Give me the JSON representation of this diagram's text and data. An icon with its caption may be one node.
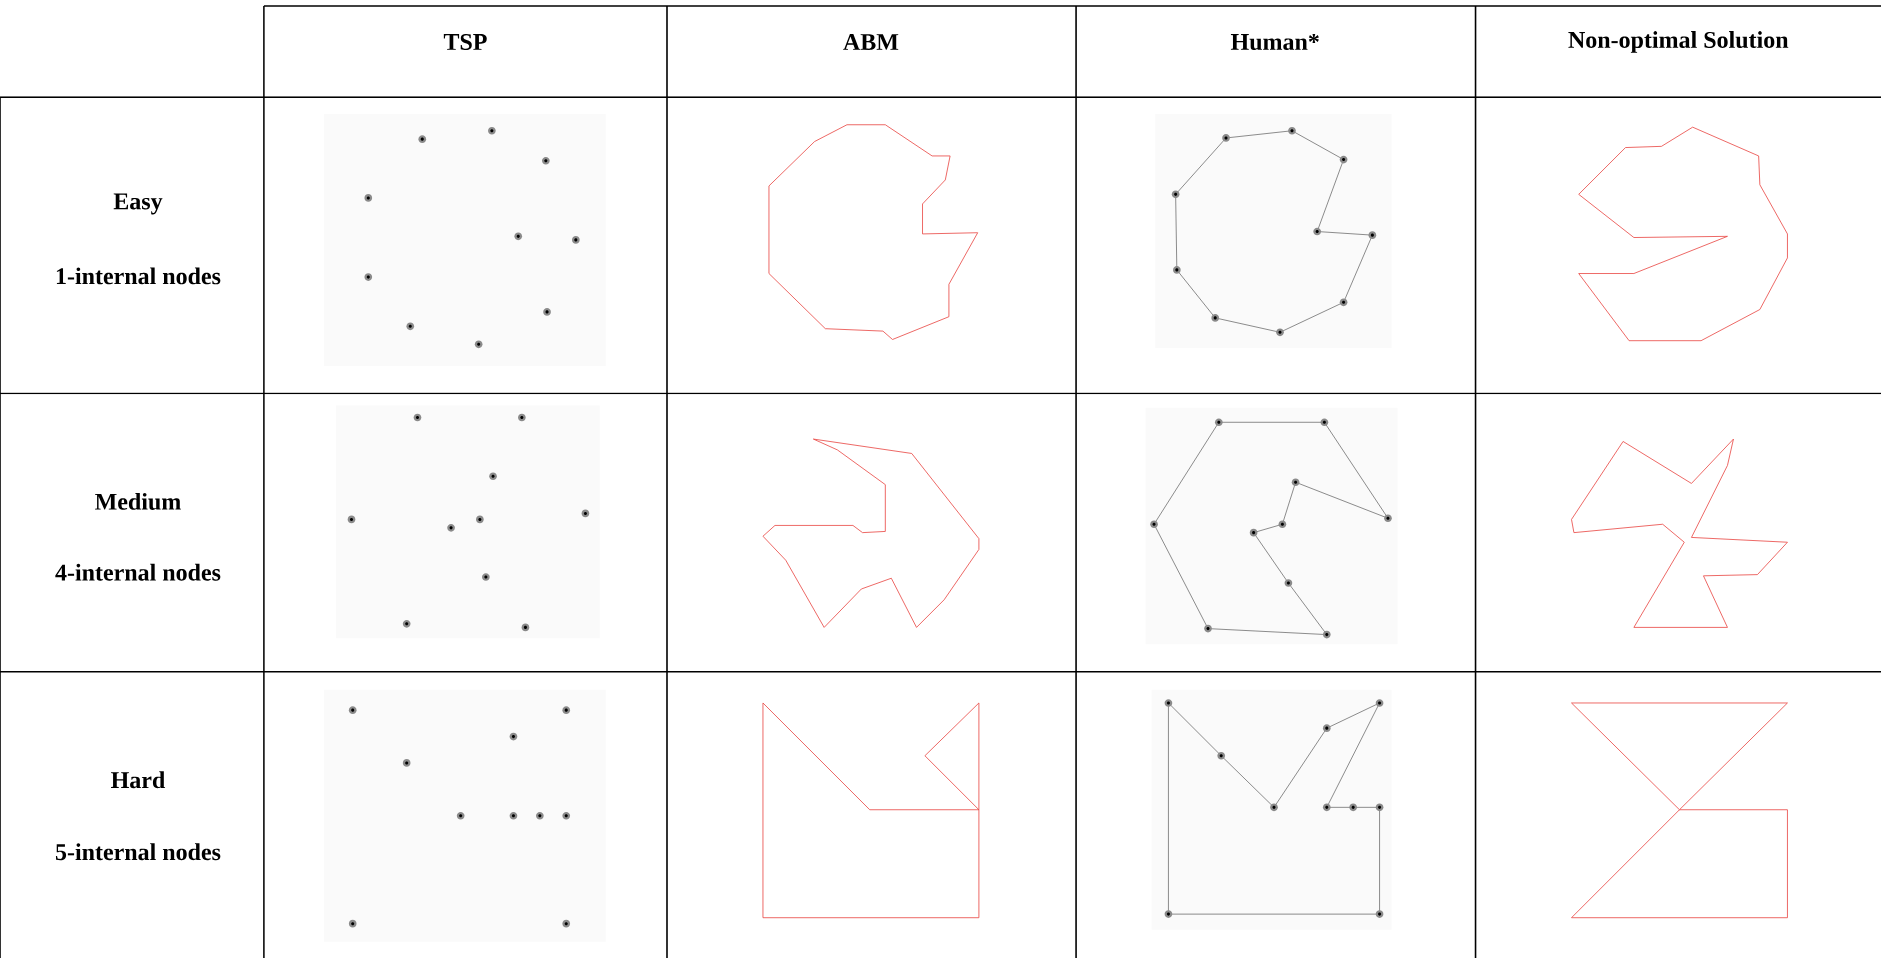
{
  "diagram": {
    "labels": [
      "TSP",
      "ABM",
      "Human*",
      "Non-optimal Solution",
      "Easy",
      "1-internal nodes",
      "Medium",
      "4-internal nodes",
      "Hard",
      "5-internal nodes"
    ]
  }
}
